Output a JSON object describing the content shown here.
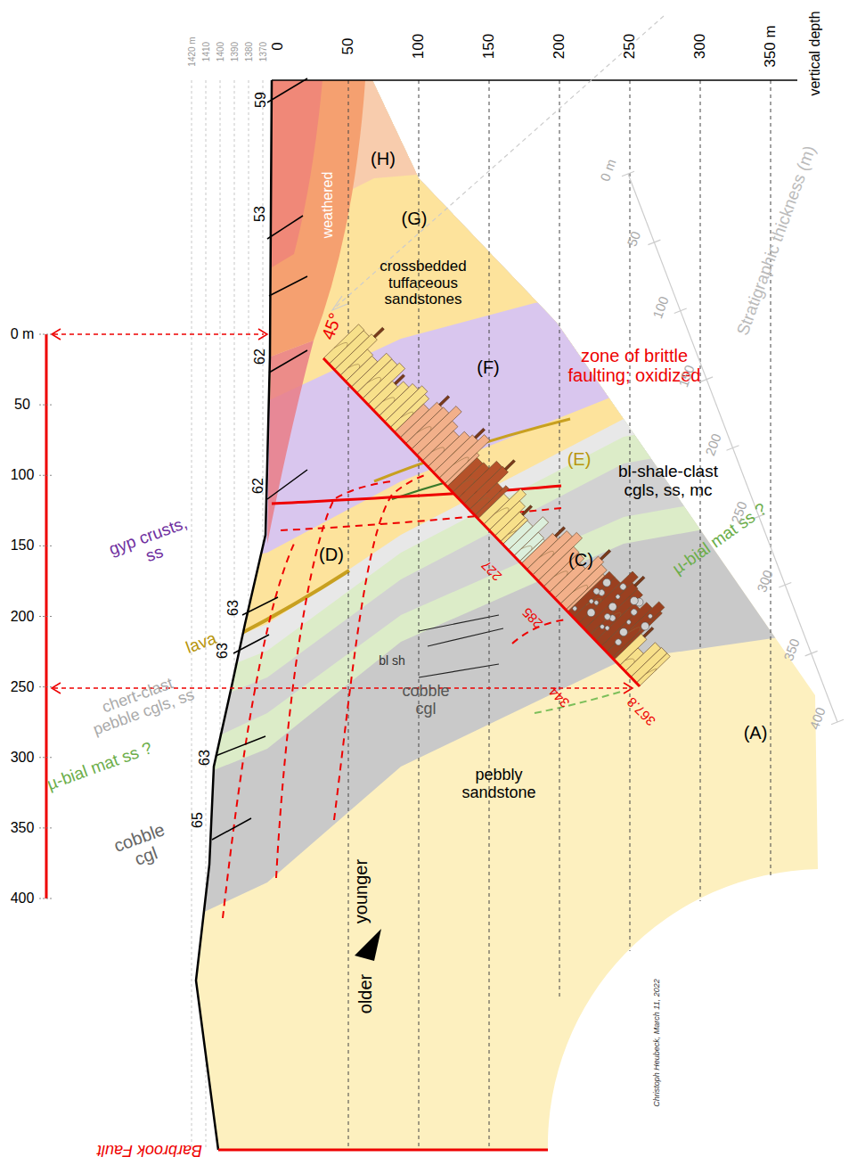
{
  "diagram": {
    "labels": [
      "0",
      "50",
      "100",
      "150",
      "200",
      "250",
      "300",
      "350 m",
      "vertical depth",
      "1420 m",
      "1410",
      "1400",
      "1390",
      "1380",
      "1370",
      "0 m",
      "50",
      "100",
      "150",
      "200",
      "250",
      "300",
      "350",
      "400",
      "59",
      "53",
      "62",
      "62",
      "63",
      "63",
      "63",
      "65",
      "(H)",
      "weathered",
      "(G)",
      "crossbedded tuffaceous sandstones",
      "45°",
      "(F)",
      "zone of brittle faulting; oxidized",
      "(E)",
      "bl-shale-clast cgls, ss, mc",
      "µ-bial mat ss ?",
      "(C)",
      "gyp crusts, ss",
      "(D)",
      "lava",
      "227",
      "285",
      "chert-clast pebble cgls, ss",
      "µ-bial mat ss ?",
      "cobble cgl",
      "bl sh",
      "cobble cgl",
      "344",
      "367.8",
      "pebbly sandstone",
      "(A)",
      "younger",
      "older",
      "Christoph Heubeck, March 11, 2022",
      "Barbrook Fault",
      "Stratigraphic thickness (m)",
      "0 m",
      "50",
      "100",
      "150",
      "200",
      "250",
      "300",
      "350",
      "400"
    ]
  }
}
